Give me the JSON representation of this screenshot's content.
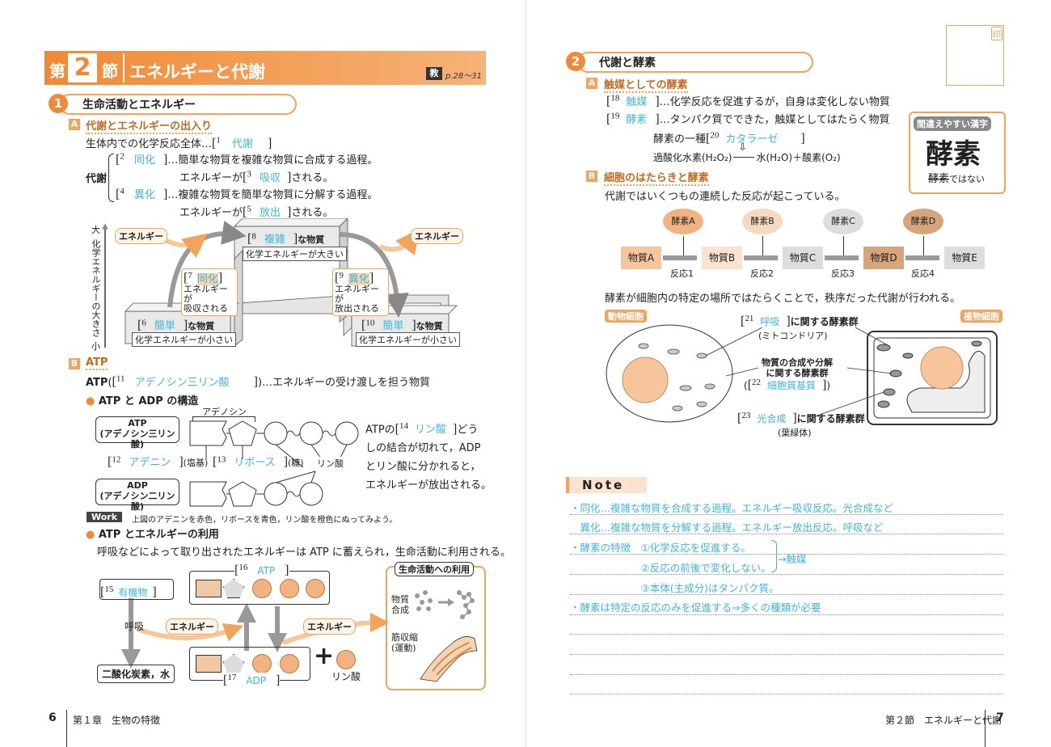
{
  "left_page": {
    "section": {
      "dai": "第",
      "number": "2",
      "setsu": "節",
      "title": "エネルギーと代謝",
      "ref_badge": "教",
      "ref_pages": "p.28～31"
    },
    "heading1": {
      "num": "1",
      "title": "生命活動とエネルギー"
    },
    "subA": {
      "letter": "A",
      "title": "代謝とエネルギーの出入り"
    },
    "intro": "生体内での化学反応全体…",
    "b1": {
      "n": "1",
      "ans": "代謝"
    },
    "taisha_label": "代謝",
    "doka_line": {
      "n": "2",
      "ans": "同化",
      "text": "…簡単な物質を複雑な物質に合成する過程。"
    },
    "doka_energy": {
      "pre": "エネルギーが",
      "n": "3",
      "ans": "吸収",
      "post": "される。"
    },
    "ika_line": {
      "n": "4",
      "ans": "異化",
      "text": "…複雑な物質を簡単な物質に分解する過程。"
    },
    "ika_energy": {
      "pre": "エネルギーが",
      "n": "5",
      "ans": "放出",
      "post": "される。"
    },
    "diagram1": {
      "yaxis_top": "大",
      "yaxis_label": "化学エネルギーの大きさ",
      "yaxis_bottom": "小",
      "energy_left": "エネルギー",
      "energy_right": "エネルギー",
      "top_box": {
        "n": "8",
        "ans": "複雑",
        "suffix": "な物質",
        "sub": "化学エネルギーが大きい"
      },
      "left_box": {
        "n": "6",
        "ans": "簡単",
        "suffix": "な物質",
        "sub": "化学エネルギーが小さい"
      },
      "right_box": {
        "n": "10",
        "ans": "簡単",
        "suffix": "な物質",
        "sub": "化学エネルギーが小さい"
      },
      "doka_note": {
        "n": "7",
        "ans": "同化",
        "line1": "エネルギーが",
        "line2": "吸収される"
      },
      "ika_note": {
        "n": "9",
        "ans": "異化",
        "line1": "エネルギーが",
        "line2": "放出される"
      }
    },
    "subB": {
      "letter": "B",
      "title": "ATP"
    },
    "atp_line": {
      "pre": "ATP",
      "n": "11",
      "ans": "アデノシン三リン酸",
      "post": "…エネルギーの受け渡しを担う物質"
    },
    "bullet1": "ATP と ADP の構造",
    "struct": {
      "adenosine": "アデノシン",
      "atp_label1": "ATP",
      "atp_label2": "(アデノシン三リン酸)",
      "adp_label1": "ADP",
      "adp_label2": "(アデノシン二リン酸)",
      "b12": {
        "n": "12",
        "ans": "アデニン",
        "post": "(塩基)"
      },
      "b13": {
        "n": "13",
        "ans": "リボース",
        "post": "(糖)"
      },
      "phos": "リン酸",
      "right_text1": {
        "pre": "ATPの",
        "n": "14",
        "ans": "リン酸",
        "post": "どう"
      },
      "right_text2": "しの結合が切れて，ADP",
      "right_text3": "とリン酸に分かれると，",
      "right_text4": "エネルギーが放出される。"
    },
    "work": {
      "label": "Work",
      "text": "上図のアデニンを赤色，リボースを青色，リン酸を橙色にぬってみよう。"
    },
    "bullet2": "ATP とエネルギーの利用",
    "use_text": "呼吸などによって取り出されたエネルギーは ATP に蓄えられ，生命活動に利用される。",
    "diagram2": {
      "b15": {
        "n": "15",
        "ans": "有機物"
      },
      "kokyu": "呼吸",
      "co2": "二酸化炭素，水",
      "energy1": "エネルギー",
      "energy2": "エネルギー",
      "b16": {
        "n": "16",
        "ans": "ATP"
      },
      "b17": {
        "n": "17",
        "ans": "ADP"
      },
      "plus": "+",
      "phos": "リン酸",
      "life_title": "生命活動への利用",
      "gousei1": "物質",
      "gousei2": "合成",
      "kinshu1": "筋収縮",
      "kinshu2": "(運動)"
    },
    "footer": {
      "page": "6",
      "chapter": "第１章　生物の特徴"
    }
  },
  "right_page": {
    "stamp": "印",
    "heading2": {
      "num": "2",
      "title": "代謝と酵素"
    },
    "subA": {
      "letter": "A",
      "title": "触媒としての酵素"
    },
    "l18": {
      "n": "18",
      "ans": "触媒",
      "text": "…化学反応を促進するが，自身は変化しない物質"
    },
    "l19": {
      "n": "19",
      "ans": "酵素",
      "text": "…タンパク質でできた，触媒としてはたらく物質"
    },
    "l20": {
      "pre": "酵素の一種",
      "n": "20",
      "ans": "カタラーゼ"
    },
    "reaction": {
      "left": "過酸化水素(H₂O₂)",
      "right": "水(H₂O)＋酸素(O₂)"
    },
    "kanji_box": {
      "title": "間違えやすい漢字",
      "big": "酵素",
      "note_wrong": "酵素",
      "note": "ではない"
    },
    "subB": {
      "letter": "B",
      "title": "細胞のはたらきと酵素"
    },
    "chain_text": "代謝ではいくつもの連続した反応が起こっている。",
    "enzymes": [
      "酵素A",
      "酵素B",
      "酵素C",
      "酵素D"
    ],
    "substances": [
      "物質A",
      "物質B",
      "物質C",
      "物質D",
      "物質E"
    ],
    "reactions": [
      "反応1",
      "反応2",
      "反応3",
      "反応4"
    ],
    "place_text": "酵素が細胞内の特定の場所ではたらくことで，秩序だった代謝が行われる。",
    "cells": {
      "animal": "動物細胞",
      "plant": "植物細胞",
      "b21": {
        "n": "21",
        "ans": "呼吸",
        "post": "に関する酵素群",
        "sub": "(ミトコンドリア)"
      },
      "middle1": "物質の合成や分解",
      "middle2": "に関する酵素群",
      "b22": {
        "n": "22",
        "ans": "細胞質基質"
      },
      "b23": {
        "n": "23",
        "ans": "光合成",
        "post": "に関する酵素群",
        "sub": "(葉緑体)"
      }
    },
    "note": {
      "title": "Note",
      "lines": [
        "・同化…複雑な物質を合成する過程。エネルギー吸収反応。光合成など",
        "　異化…複雑な物質を分解する過程。エネルギー放出反応。呼吸など",
        "・酵素の特徴　①化学反応を促進する。",
        "　　　　　　　②反応の前後で変化しない。",
        "　　　　　　　③本体(主成分)はタンパク質。",
        "・酵素は特定の反応のみを促進する⇒多くの種類が必要"
      ],
      "brace_label": "→触媒"
    },
    "footer": {
      "page": "7",
      "chapter": "第２節　エネルギーと代謝"
    }
  }
}
